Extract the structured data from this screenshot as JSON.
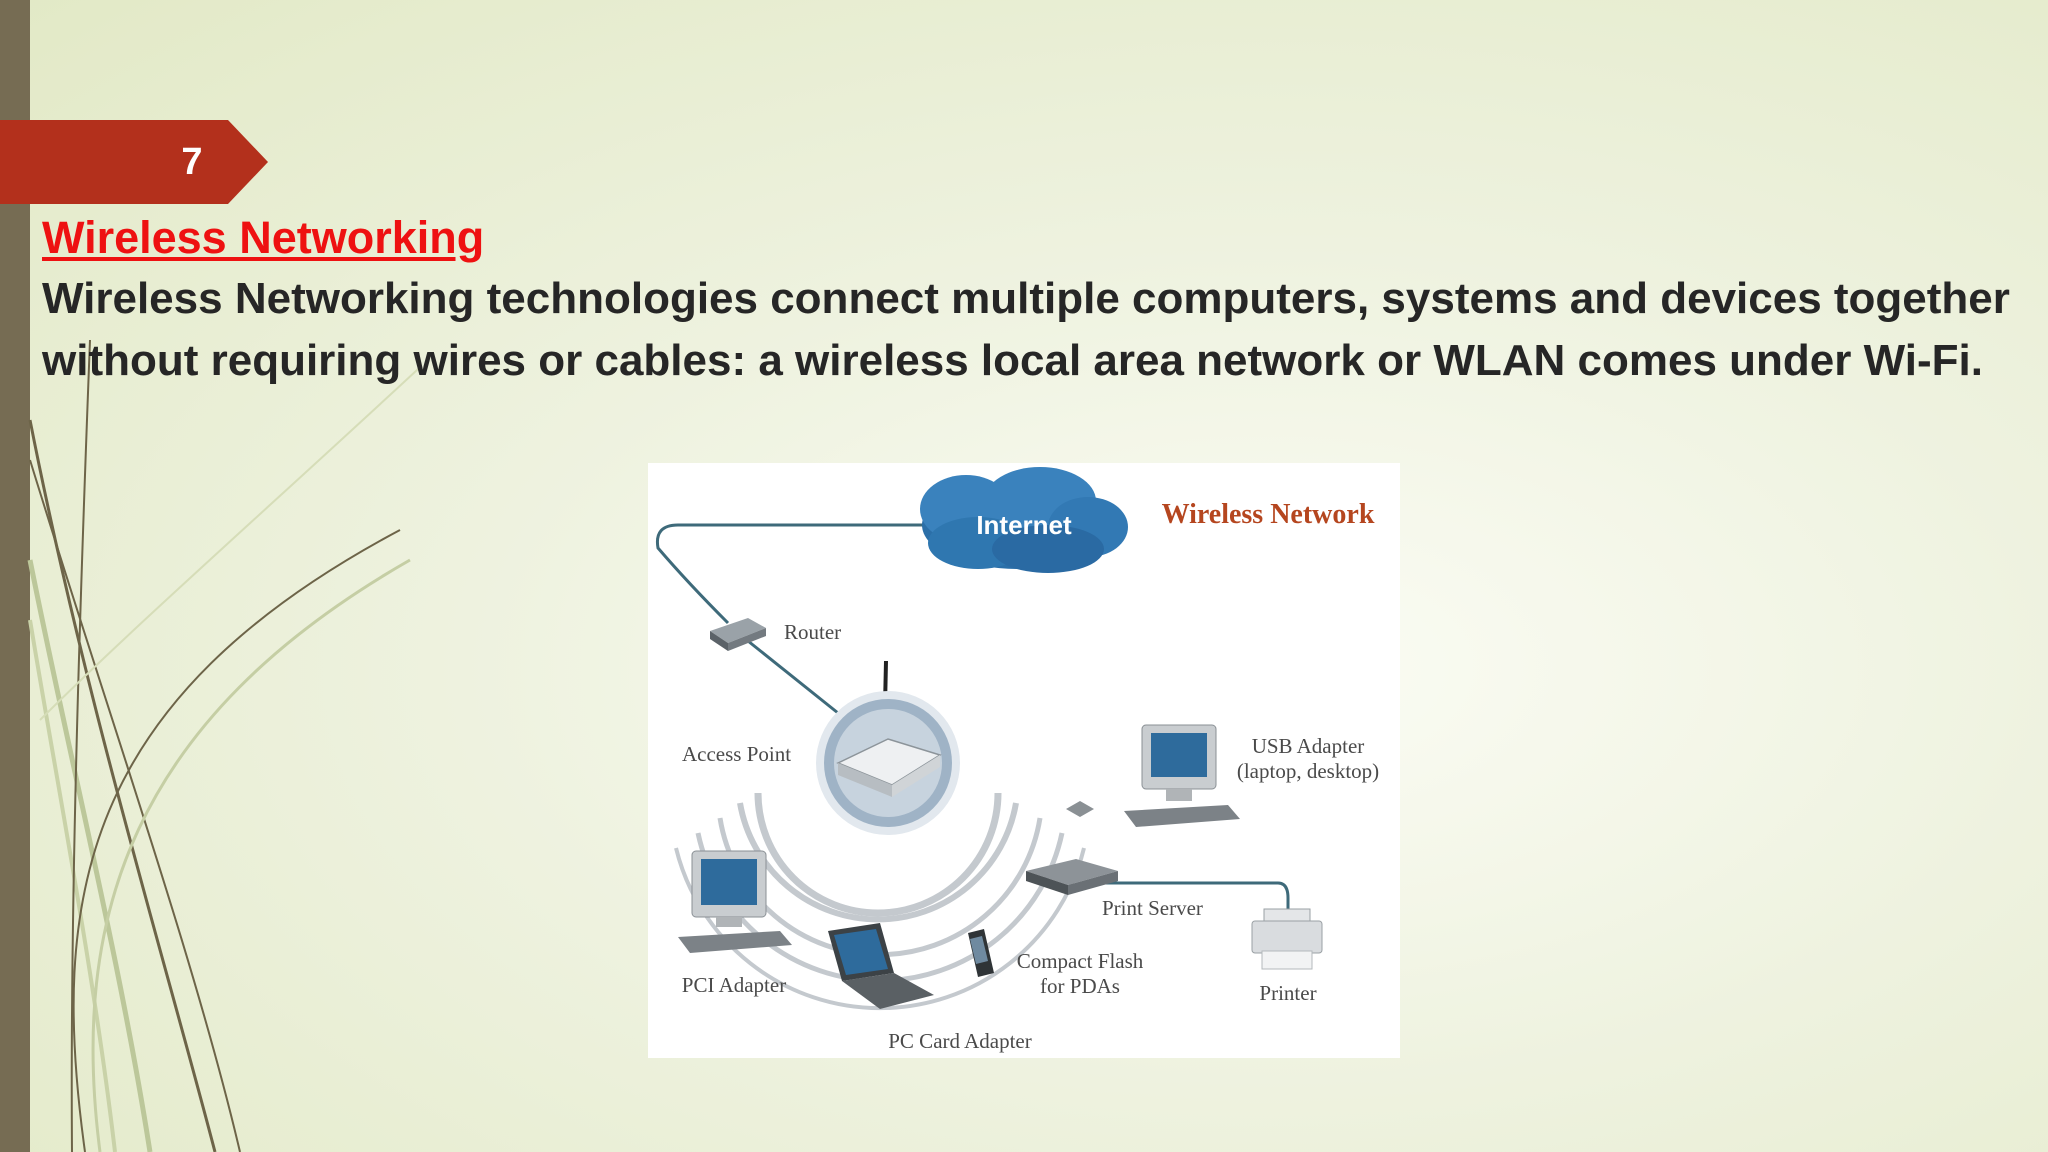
{
  "slide": {
    "number": "7",
    "title": "Wireless Networking",
    "body": "Wireless Networking technologies connect multiple computers, systems and devices together without requiring wires or cables: a wireless local area network or WLAN comes under Wi-Fi."
  },
  "diagram": {
    "cloud_label": "Internet",
    "heading": "Wireless Network",
    "labels": {
      "router": "Router",
      "access_point": "Access Point",
      "usb_adapter_line1": "USB Adapter",
      "usb_adapter_line2": "(laptop, desktop)",
      "print_server": "Print Server",
      "pci_adapter": "PCI Adapter",
      "compact_flash_line1": "Compact Flash",
      "compact_flash_line2": "for PDAs",
      "printer": "Printer",
      "pc_card_adapter": "PC Card Adapter"
    }
  },
  "colors": {
    "accent_badge": "#b3301c",
    "title_red": "#ee1111",
    "body_text": "#262626",
    "left_bar": "#766c53",
    "cloud": "#2f77b0",
    "diagram_heading": "#b5461f"
  }
}
